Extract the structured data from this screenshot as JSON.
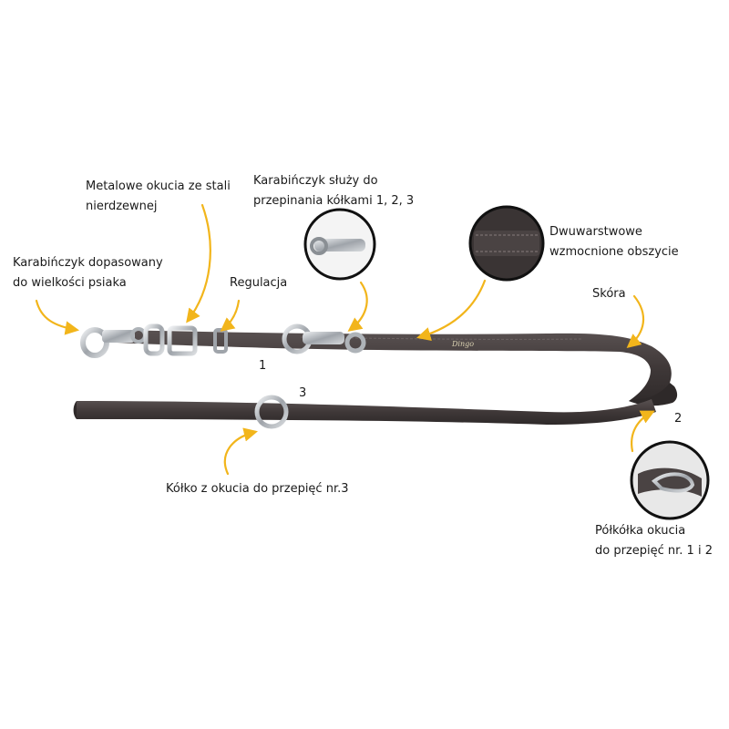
{
  "labels": {
    "snap_hook": [
      "Karabińczyk dopasowany",
      "do wielkości psiaka"
    ],
    "metal_fittings": [
      "Metalowe okucia ze stali",
      "nierdzewnej"
    ],
    "regulation": [
      "Regulacja"
    ],
    "carabiner_clip": [
      "Karabińczyk służy do",
      "przepinania kółkami 1, 2, 3"
    ],
    "double_stitch": [
      "Dwuwarstwowe",
      "wzmocnione obszycie"
    ],
    "leather": [
      "Skóra"
    ],
    "ring": [
      "Kółko z okucia do przepięć nr.3"
    ],
    "half_ring": [
      "Półkółka okucia",
      "do przepięć nr. 1 i 2"
    ]
  },
  "numbers": {
    "n1": "1",
    "n2": "2",
    "n3": "3"
  },
  "brand": "Dingo",
  "colors": {
    "arrow": "#f2b51b",
    "leash": "#3f3838",
    "metal": "#b8bcc2",
    "text": "#1a1a1a"
  }
}
